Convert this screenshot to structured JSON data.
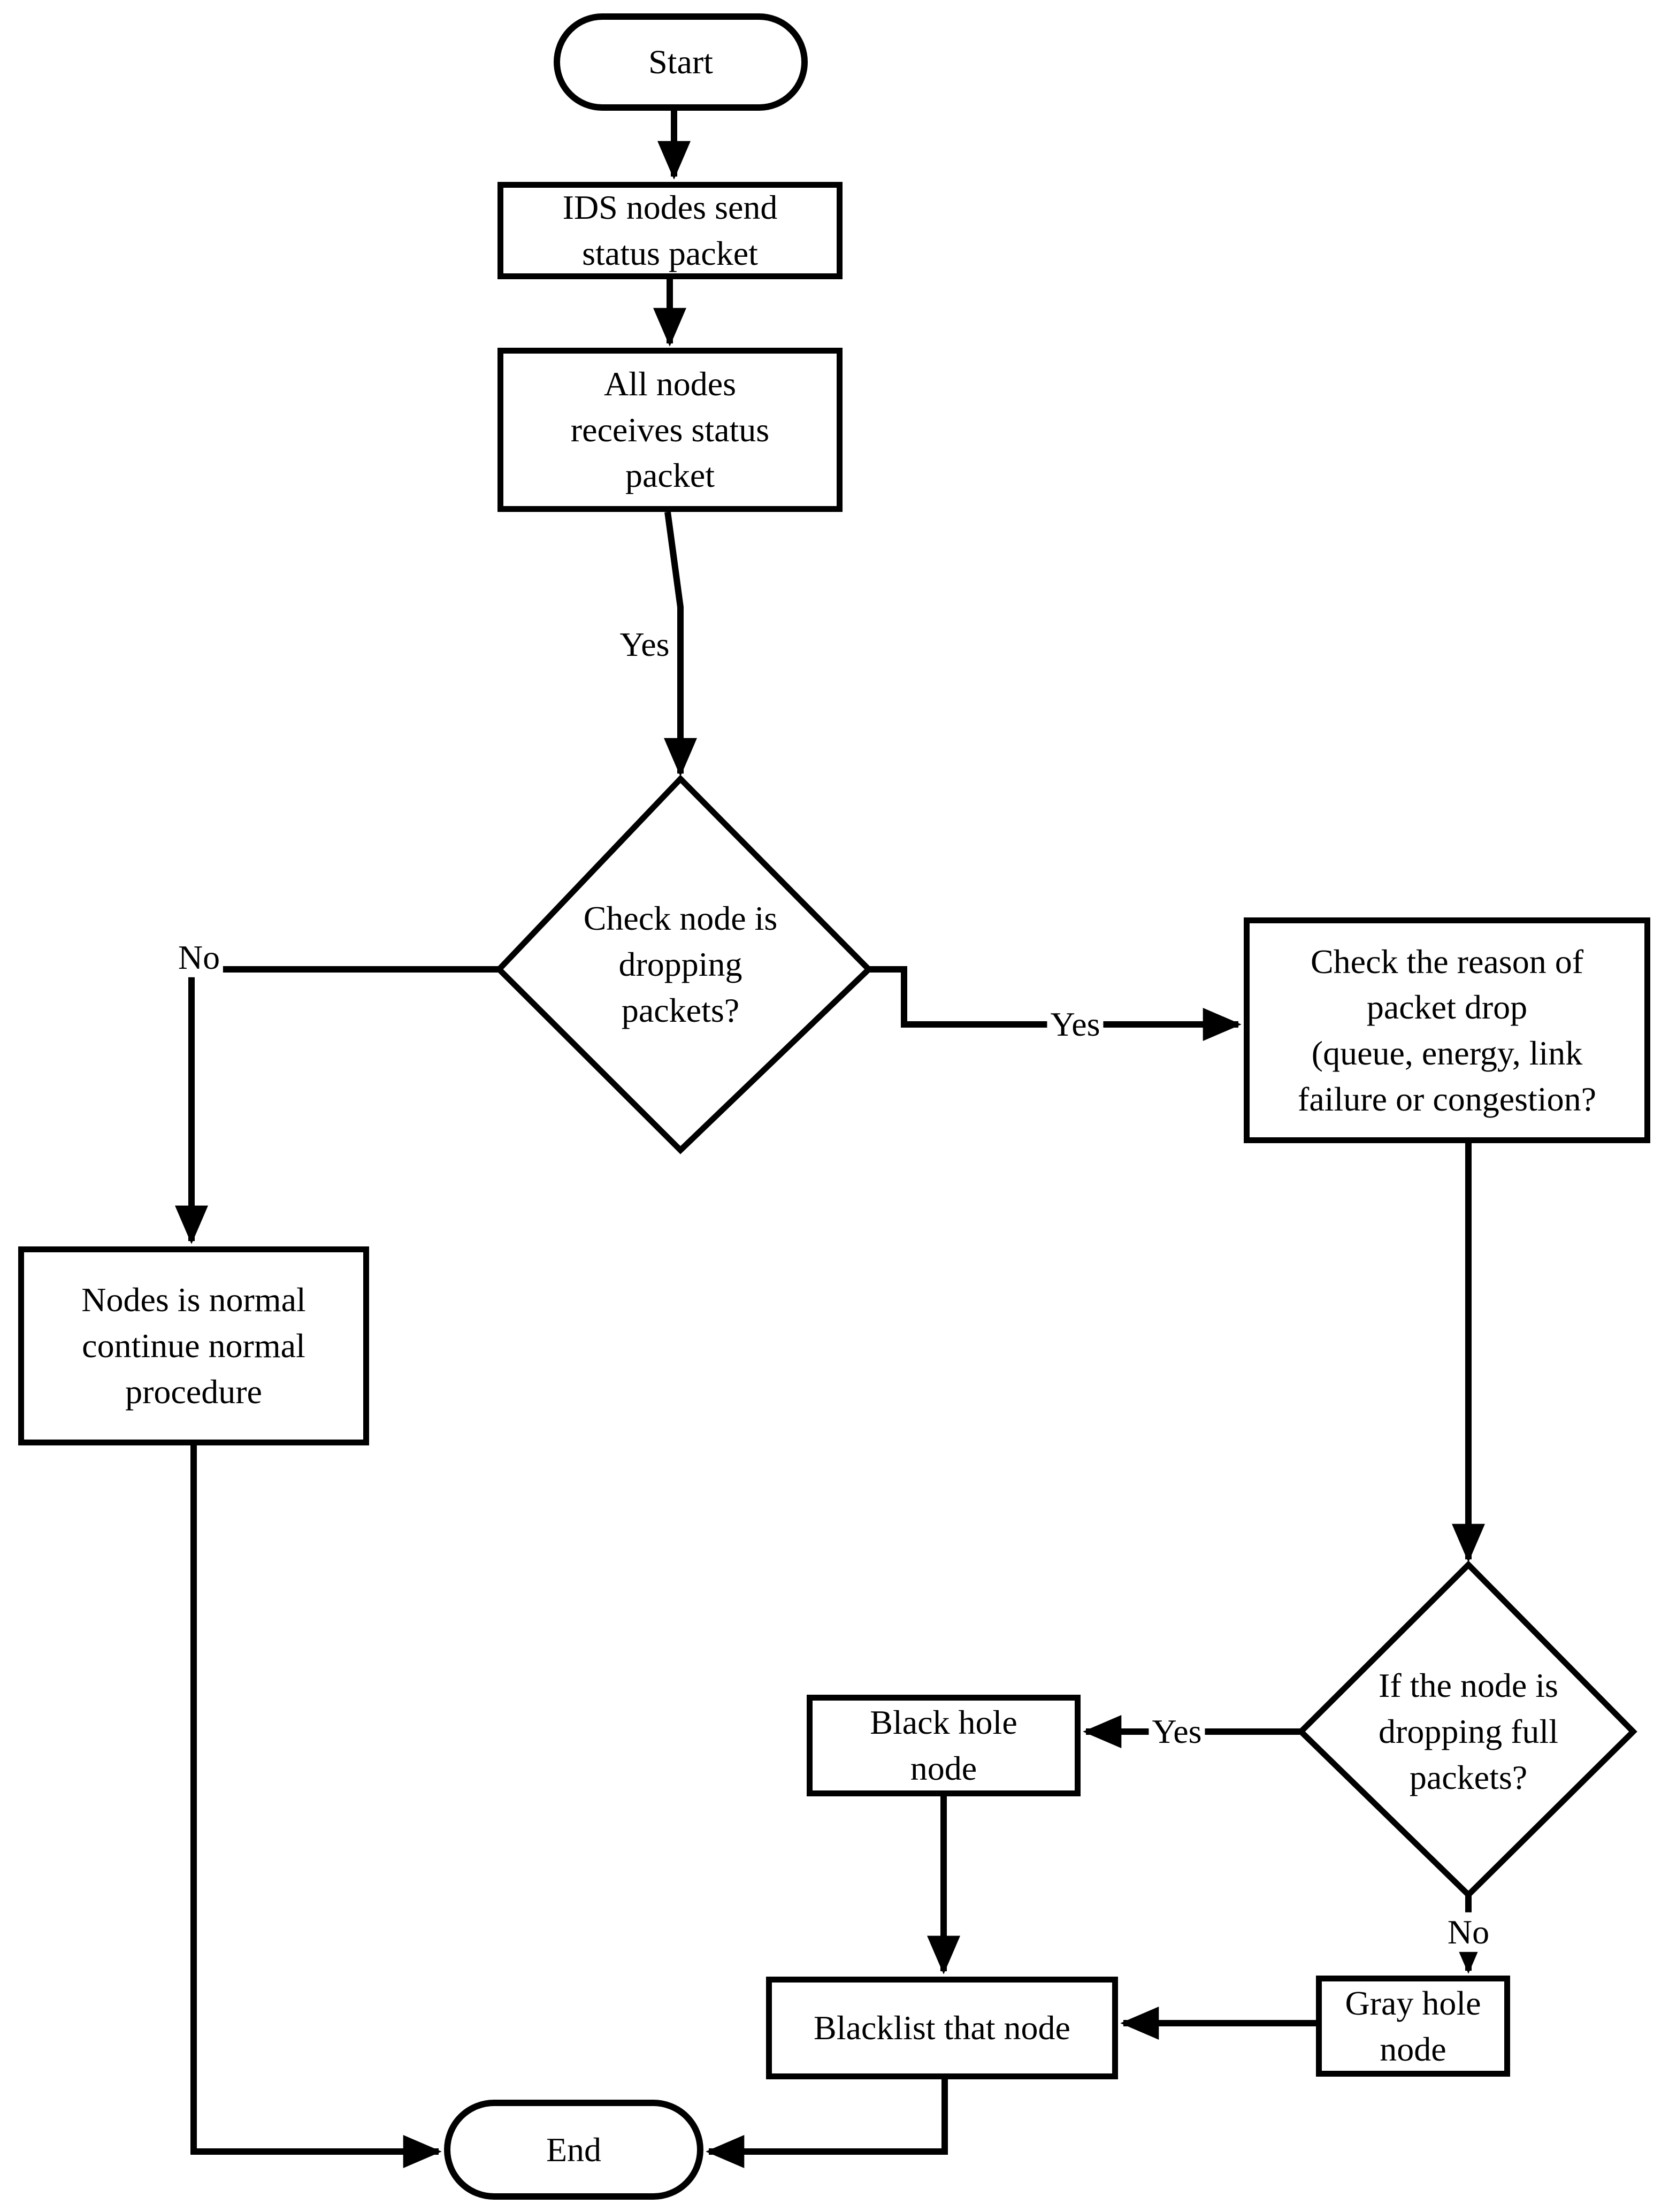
{
  "diagram": {
    "background_color": "#ffffff",
    "stroke_color": "#000000",
    "nodes": {
      "start": {
        "type": "terminator",
        "label": "Start"
      },
      "ids_send": {
        "type": "process",
        "label": "IDS nodes send\nstatus packet"
      },
      "all_receive": {
        "type": "process",
        "label": "All nodes\nreceives status\npacket"
      },
      "check_dropping": {
        "type": "decision",
        "label": "Check node is\ndropping\npackets?"
      },
      "normal": {
        "type": "process",
        "label": "Nodes is normal\ncontinue normal\nprocedure"
      },
      "check_reason": {
        "type": "process",
        "label": "Check the reason of\npacket drop\n(queue, energy, link\nfailure or congestion?"
      },
      "dropping_full": {
        "type": "decision",
        "label": "If the node is\ndropping full\npackets?"
      },
      "black_hole": {
        "type": "process",
        "label": "Black hole\nnode"
      },
      "gray_hole": {
        "type": "process",
        "label": "Gray hole\nnode"
      },
      "blacklist": {
        "type": "process",
        "label": "Blacklist that node"
      },
      "end": {
        "type": "terminator",
        "label": "End"
      }
    },
    "edge_labels": {
      "yes_status": "Yes",
      "no_dropping": "No",
      "yes_dropping": "Yes",
      "yes_full": "Yes",
      "no_full": "No"
    }
  }
}
